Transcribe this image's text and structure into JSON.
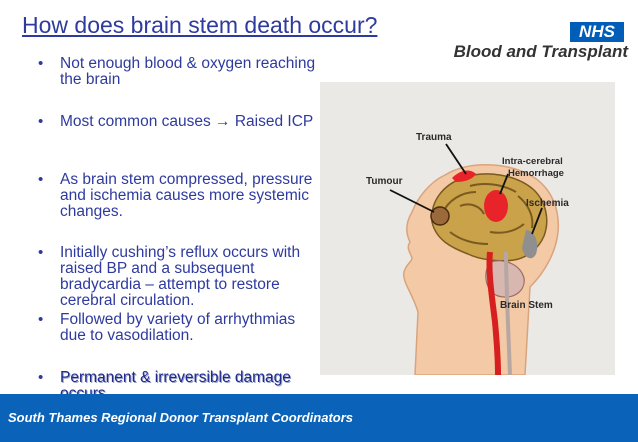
{
  "slide": {
    "title": "How does brain stem death occur?",
    "bullets": [
      "Not enough blood & oxygen reaching the brain",
      "Most common causes → Raised ICP",
      "As brain stem compressed, pressure and ischemia causes more systemic changes.",
      "Initially cushing’s reflux occurs with raised BP and a subsequent bradycardia – attempt to restore cerebral circulation.",
      "Followed by variety of arrhythmias due to vasodilation.",
      "Permanent & irreversible damage occurs"
    ],
    "bullet_glyph": "•"
  },
  "logo": {
    "badge": "NHS",
    "text": "Blood and Transplant"
  },
  "diagram": {
    "labels": {
      "trauma": "Trauma",
      "intra1": "Intra-cerebral",
      "intra2": "Hemorrhage",
      "tumour": "Tumour",
      "ischemia": "Ischemia",
      "brainstem": "Brain Stem"
    }
  },
  "footer": {
    "text": "South Thames Regional Donor Transplant Coordinators"
  },
  "colors": {
    "title": "#2e3a9e",
    "footer_bg": "#0a63b8",
    "nhs_blue": "#005eb8"
  }
}
